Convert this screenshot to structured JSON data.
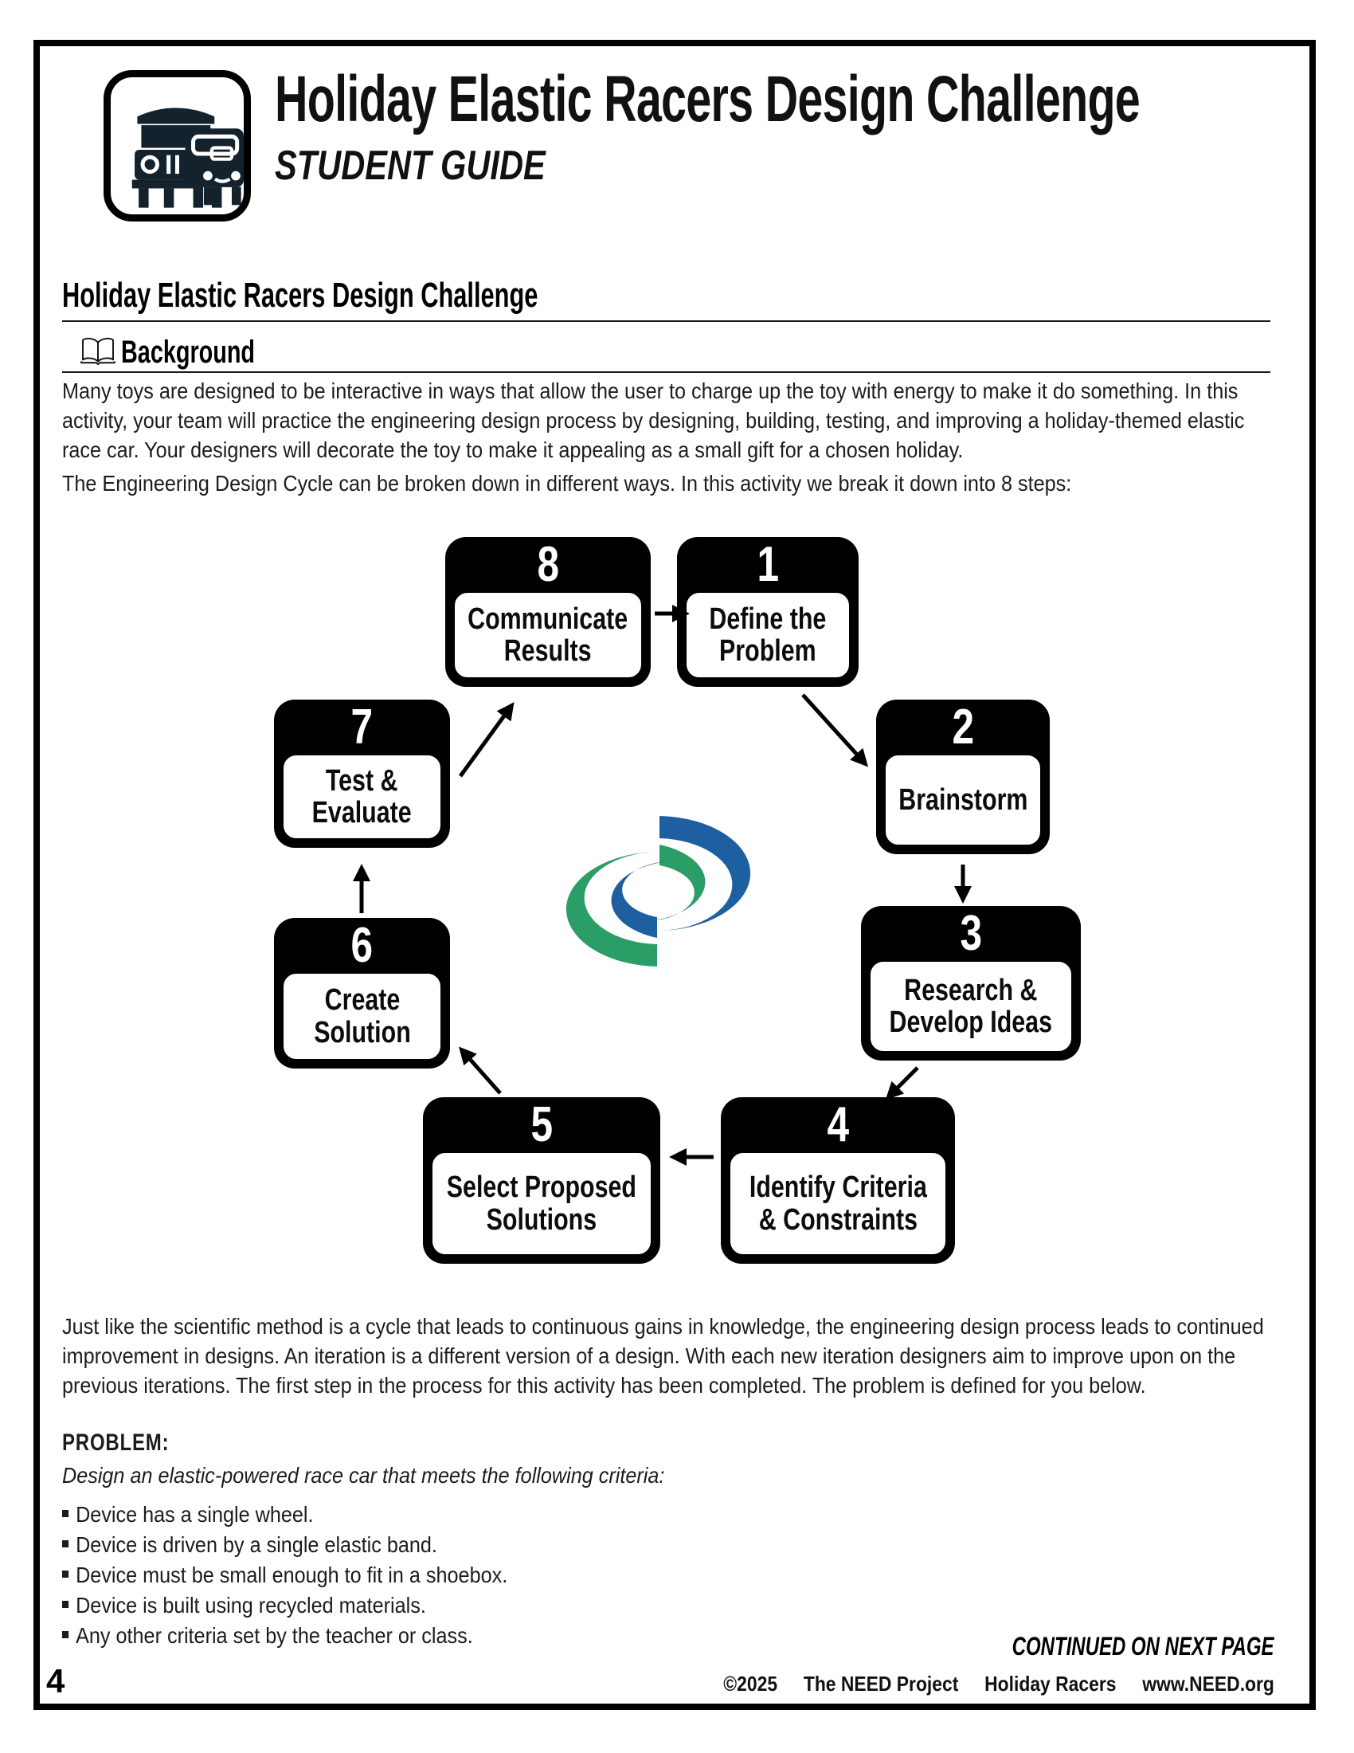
{
  "header": {
    "title": "Holiday Elastic Racers Design Challenge",
    "subtitle": "STUDENT GUIDE",
    "icon": "vehicles-icon"
  },
  "section": {
    "heading": "Holiday Elastic Racers Design Challenge",
    "background_label": "Background",
    "background_icon": "open-book-icon"
  },
  "intro": {
    "p1_lines": [
      "Many toys are designed to be interactive in ways that allow the user to charge up the toy with energy to make it do something. In this",
      "activity, your team will practice the engineering design process by designing, building, testing, and improving a holiday-themed elastic",
      "race car. Your designers will decorate the toy to make it appealing as a small gift for a chosen holiday."
    ],
    "p2": "The Engineering Design Cycle can be broken down in different ways. In this activity we break it down into 8 steps:"
  },
  "diagram": {
    "title": "Engineering Design Cycle (8 steps)",
    "logo_colors": {
      "blue": "#1d5fa0",
      "green": "#2b9e68"
    },
    "steps": [
      {
        "num": "1",
        "line1": "Define the",
        "line2": "Problem"
      },
      {
        "num": "2",
        "line1": "Brainstorm",
        "line2": ""
      },
      {
        "num": "3",
        "line1": "Research &",
        "line2": "Develop Ideas"
      },
      {
        "num": "4",
        "line1": "Identify Criteria",
        "line2": "& Constraints"
      },
      {
        "num": "5",
        "line1": "Select Proposed",
        "line2": "Solutions"
      },
      {
        "num": "6",
        "line1": "Create",
        "line2": "Solution"
      },
      {
        "num": "7",
        "line1": "Test &",
        "line2": "Evaluate"
      },
      {
        "num": "8",
        "line1": "Communicate",
        "line2": "Results"
      }
    ]
  },
  "body": {
    "p3_lines": [
      "Just like the scientific method is a cycle that leads to continuous gains in knowledge, the engineering design process leads to continued",
      "improvement in designs. An iteration is a different version of a design. With each new iteration designers aim to improve upon on the",
      "previous iterations. The first step in the process for this activity has been completed. The problem is defined for you below."
    ],
    "problem_label": "PROBLEM:",
    "criteria_intro": "Design an elastic-powered race car that meets the following criteria:",
    "bullets": [
      "Device has a single wheel.",
      "Device is driven by a single elastic band.",
      "Device must be small enough to fit in a shoebox.",
      "Device is built using recycled materials.",
      "Any other criteria set by the teacher or class."
    ]
  },
  "footer": {
    "continued": "CONTINUED ON NEXT PAGE",
    "page_number": "4",
    "copyright": "©2025",
    "org": "The NEED Project",
    "product": "Holiday Racers",
    "site": "www.NEED.org"
  }
}
